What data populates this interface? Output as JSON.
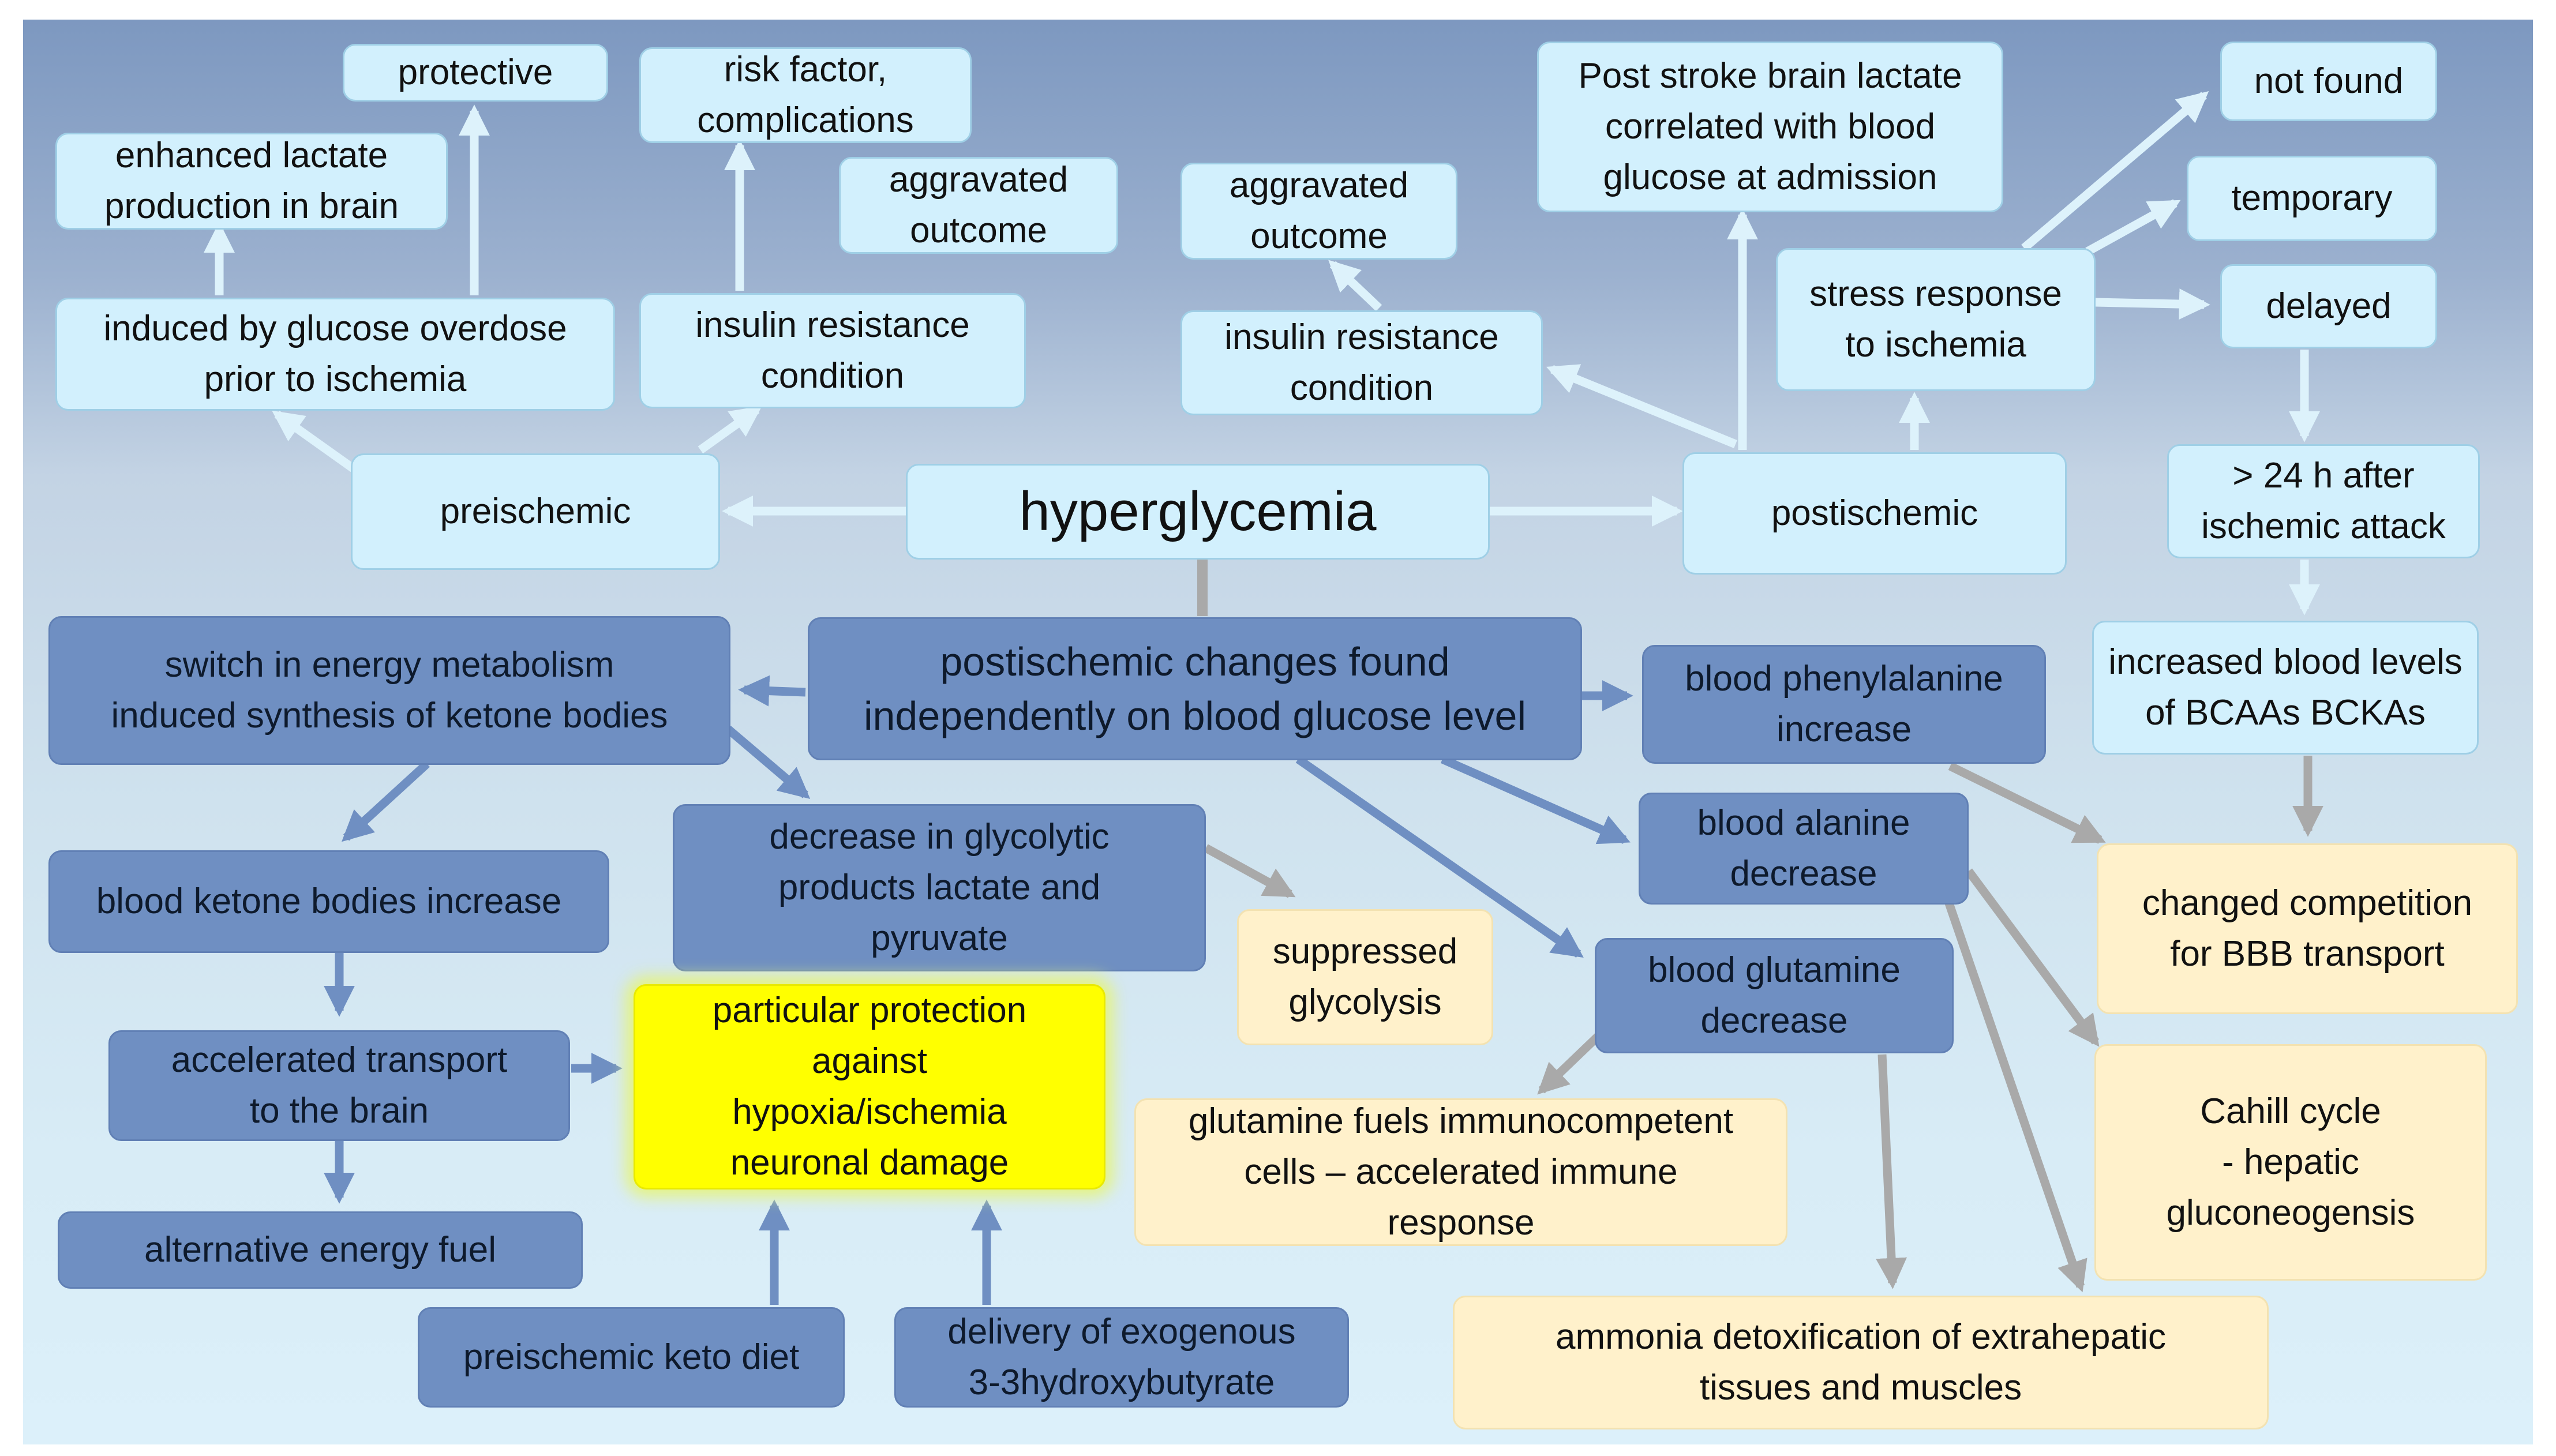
{
  "nodes": {
    "center": "hyperglycemia",
    "preischemic": "preischemic",
    "postischemic": "postischemic",
    "protective": "protective",
    "enhanced_lactate": "enhanced lactate\nproduction in brain",
    "glucose_overdose": "induced by glucose overdose\nprior to ischemia",
    "risk_factor": "risk factor,\ncomplications",
    "aggravated_pre": "aggravated\noutcome",
    "insulin_pre": "insulin resistance\ncondition",
    "aggravated_post": "aggravated\noutcome",
    "insulin_post": "insulin resistance\ncondition",
    "post_stroke_lactate": "Post stroke brain lactate\ncorrelated with blood\nglucose at admission",
    "stress_response": "stress response\nto ischemia",
    "not_found": "not found",
    "temporary": "temporary",
    "delayed": "delayed",
    "after_24h": "> 24 h after\nischemic attack",
    "bcaa": "increased blood levels\nof BCAAs BCKAs",
    "postischemic_changes": "postischemic changes found\nindependently on blood glucose level",
    "switch_energy": "switch in energy metabolism\ninduced synthesis of ketone bodies",
    "blood_phenylalanine": "blood phenylalanine\nincrease",
    "blood_alanine": "blood alanine\ndecrease",
    "blood_glutamine": "blood glutamine\ndecrease",
    "decrease_glycolytic": "decrease  in glycolytic\nproducts lactate and\npyruvate",
    "suppressed_glycolysis": "suppressed\nglycolysis",
    "ketone_increase": "blood ketone bodies increase",
    "accelerated_transport": "accelerated transport\nto the brain",
    "alternative_fuel": "alternative energy fuel",
    "particular_protection": "particular protection\nagainst\nhypoxia/ischemia\nneuronal damage",
    "keto_diet": "preischemic keto diet",
    "exogenous_delivery": "delivery of exogenous\n3-3hydroxybutyrate",
    "glutamine_fuels": "glutamine fuels immunocompetent\ncells – accelerated immune\nresponse",
    "ammonia": "ammonia detoxification of extrahepatic\ntissues and muscles",
    "bbb_competition": "changed competition\nfor BBB transport",
    "cahill": "Cahill cycle\n- hepatic\ngluconeogensis"
  },
  "colors": {
    "light_fill": "#d2f0fd",
    "dark_fill": "#6f8fc2",
    "tan_fill": "#fff1cb",
    "highlight_fill": "#ffff00",
    "light_arrow": "#ddf2fb",
    "dark_arrow": "#6f8fc2",
    "gray_arrow": "#a9a9a9"
  }
}
